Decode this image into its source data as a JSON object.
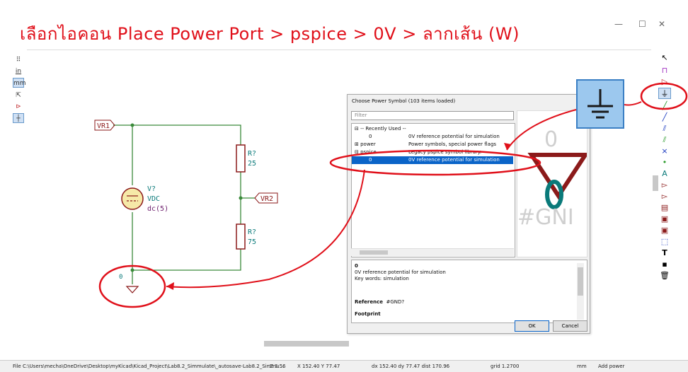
{
  "caption": "เลือกไอคอน Place Power Port > pspice > 0V > ลากเส้น (W)",
  "window": {
    "minimize": "—",
    "maximize": "☐",
    "close": "✕"
  },
  "left_toolbar": {
    "units_in": "in",
    "units_mm": "mm"
  },
  "schematic": {
    "vr1_label": "VR1",
    "vr2_label": "VR2",
    "source_ref": "V?",
    "source_value": "VDC",
    "source_param": "dc(5)",
    "r1_ref": "R?",
    "r1_value": "25",
    "r2_ref": "R?",
    "r2_value": "75",
    "ground_value": "0"
  },
  "dialog": {
    "title": "Choose Power Symbol (103 items loaded)",
    "filter_placeholder": "Filter",
    "tree": [
      {
        "name": "-- Recently Used --",
        "desc": "",
        "indent": 0,
        "expander": "minus"
      },
      {
        "name": "0",
        "desc": "0V reference potential for simulation",
        "indent": 1,
        "expander": ""
      },
      {
        "name": "power",
        "desc": "Power symbols, special power flags",
        "indent": 0,
        "expander": "plus"
      },
      {
        "name": "pspice",
        "desc": "Legacy pspice symbol library.",
        "indent": 0,
        "expander": "minus"
      },
      {
        "name": "0",
        "desc": "0V reference potential for simulation",
        "indent": 1,
        "expander": "",
        "selected": true
      }
    ],
    "info": {
      "name": "0",
      "description": "0V reference potential for simulation",
      "keywords": "Key words: simulation",
      "reference_label": "Reference",
      "reference_value": "#GND?",
      "footprint_label": "Footprint"
    },
    "ok_label": "OK",
    "cancel_label": "Cancel",
    "preview_text_top": "0",
    "preview_text_bottom": "#GNI"
  },
  "status": {
    "file": "File C:\\Users\\mecha\\OneDrive\\Desktop\\myKicad\\Kicad_Project\\Lab8.2_Simmulate\\_autosave-Lab8.2_Simmu...",
    "zoom": "Z 3.56",
    "coords": "X 152.40  Y 77.47",
    "delta": "dx 152.40  dy 77.47  dist 170.96",
    "grid": "grid 1.2700",
    "units": "mm",
    "mode": "Add power"
  },
  "colors": {
    "annotation": "#e0101a",
    "wire": "#3a8a3a",
    "component": "#8b1a1a",
    "label": "#0a7a7a",
    "select": "#0a64c8"
  }
}
